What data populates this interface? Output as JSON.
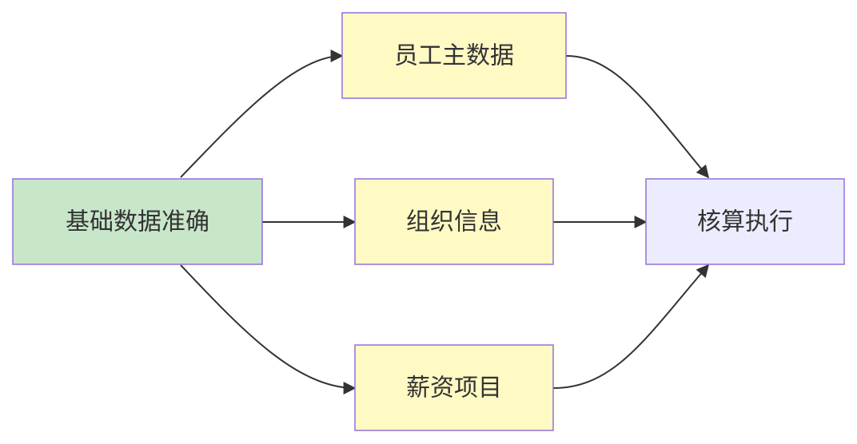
{
  "diagram": {
    "nodes": {
      "basic_data": {
        "label": "基础数据准确",
        "fill": "#c8e6c9",
        "stroke": "#9370db"
      },
      "employee_master": {
        "label": "员工主数据",
        "fill": "#fff9c4",
        "stroke": "#9370db"
      },
      "org_info": {
        "label": "组织信息",
        "fill": "#fff9c4",
        "stroke": "#9370db"
      },
      "salary_items": {
        "label": "薪资项目",
        "fill": "#fff9c4",
        "stroke": "#9370db"
      },
      "calculation": {
        "label": "核算执行",
        "fill": "#ececff",
        "stroke": "#9370db"
      }
    },
    "edges": [
      {
        "from": "basic_data",
        "to": "employee_master"
      },
      {
        "from": "basic_data",
        "to": "org_info"
      },
      {
        "from": "basic_data",
        "to": "salary_items"
      },
      {
        "from": "employee_master",
        "to": "calculation"
      },
      {
        "from": "org_info",
        "to": "calculation"
      },
      {
        "from": "salary_items",
        "to": "calculation"
      }
    ],
    "edge_color": "#333333"
  }
}
